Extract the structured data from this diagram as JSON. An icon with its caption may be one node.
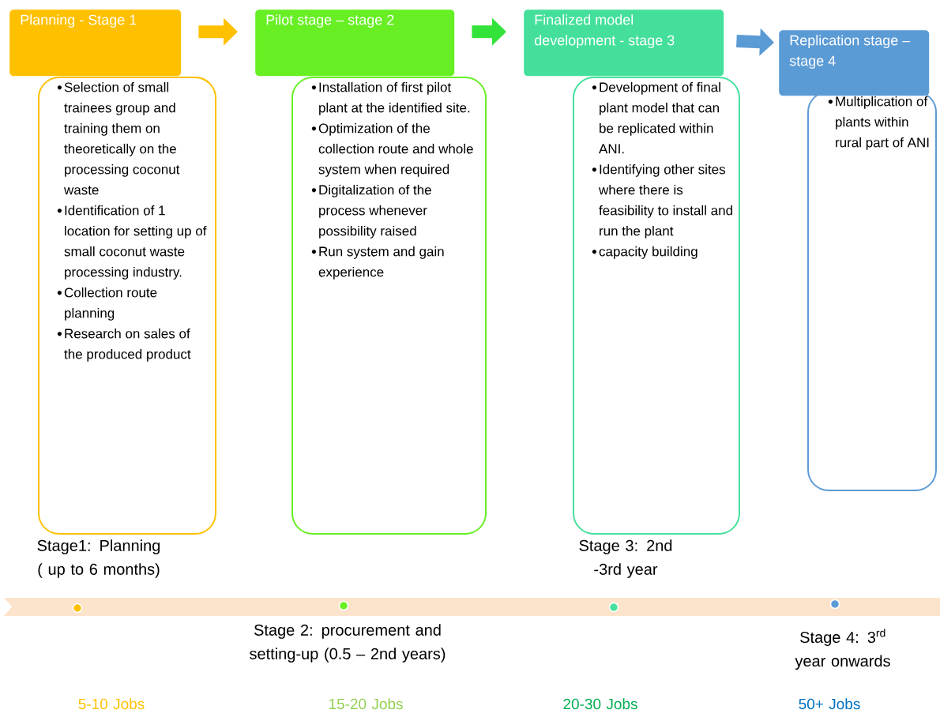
{
  "diagram": {
    "nodes": [
      {
        "text": [
          "Planning - Stage 1"
        ]
      },
      {
        "text": [
          "Pilot stage – stage 2"
        ]
      },
      {
        "text": [
          "Finalized model development -  stage 3"
        ]
      },
      {
        "text": [
          "Replication stage – stage 4"
        ]
      },
      {
        "text": [
          "Selection of small trainees group and training them on theoretically on the processing coconut waste",
          "Identification of 1 location for setting up of small coconut waste processing industry.",
          "Collection route planning",
          "Research on sales of the produced product"
        ]
      },
      {
        "text": [
          "Installation of first pilot plant at the identified site.",
          "Optimization of the collection route and whole system when required",
          "Digitalization of the process whenever possibility raised",
          "Run system and gain experience"
        ]
      },
      {
        "text": [
          "Development of final plant model that can be replicated within ANI.",
          "Identifying other sites where there is feasibility to install and run the plant",
          "capacity building"
        ]
      },
      {
        "text": [
          "Multiplication of plants within rural part of ANI"
        ]
      }
    ],
    "edges": [
      {
        "from": 0,
        "to": 1,
        "arrow": "to",
        "color": "#ffc000"
      },
      {
        "from": 1,
        "to": 2,
        "arrow": "to",
        "color": "#33e33a"
      },
      {
        "from": 2,
        "to": 3,
        "arrow": "to",
        "color": "#5b9bd5"
      }
    ],
    "labels": [
      "Stage1: Planning ( up to 6 months)",
      "Stage 3: 2nd -3rd year",
      "Stage 2: procurement and setting-up (0.5 – 2nd years)",
      "Stage 4: 3$^{rd}$ year onwards",
      "5-10 Jobs",
      "15-20 Jobs",
      "20-30 Jobs",
      "50+ Jobs"
    ]
  }
}
